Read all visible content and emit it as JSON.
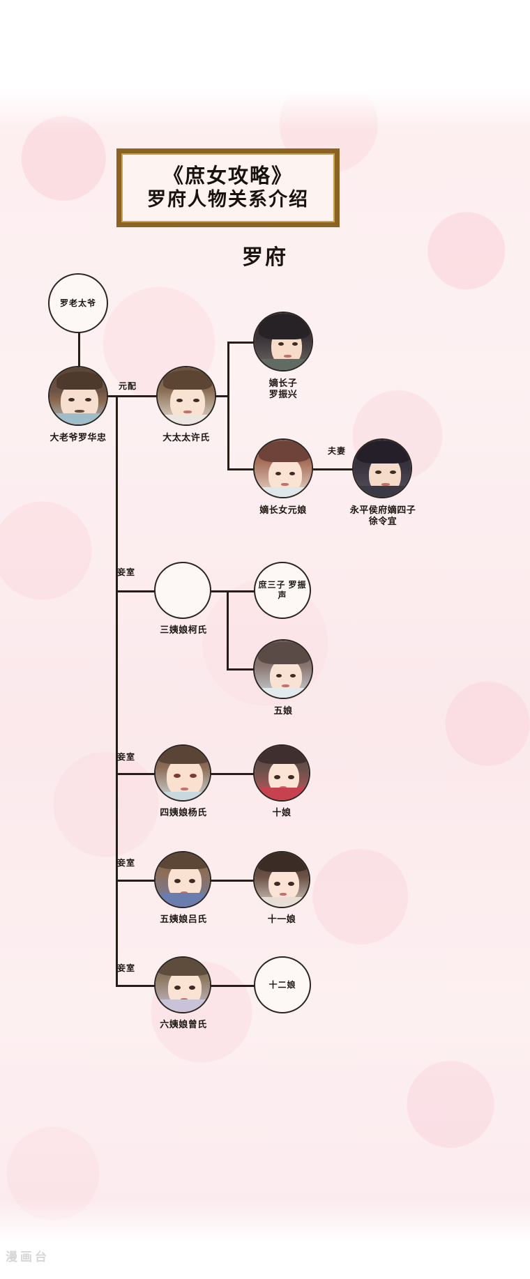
{
  "banner": {
    "line1": "《庶女攻略》",
    "line2": "罗府人物关系介绍"
  },
  "section_title": "罗府",
  "watermark": "漫画台",
  "colors": {
    "background_pink": "#fbeaee",
    "banner_border": "#8a6224",
    "banner_inner_border": "#c9a14a",
    "line": "#241d18",
    "text": "#1d1712"
  },
  "relations": {
    "first_wife": "元配",
    "concubine": "妾室",
    "couple": "夫妻"
  },
  "nodes": {
    "grandfather": {
      "label": "罗老太爷",
      "type": "text-circle"
    },
    "master": {
      "caption": "大老爷罗华忠"
    },
    "madam": {
      "caption": "大太太许氏"
    },
    "eldest_son": {
      "caption": "嫡长子\n罗振兴"
    },
    "eldest_daughter": {
      "caption": "嫡长女元娘"
    },
    "son_in_law": {
      "caption": "永平侯府嫡四子\n徐令宜"
    },
    "concubine3": {
      "caption": "三姨娘柯氏"
    },
    "third_son": {
      "label": "庶三子\n罗振声",
      "type": "text-circle"
    },
    "fifth_daughter": {
      "caption": "五娘"
    },
    "concubine4": {
      "caption": "四姨娘杨氏"
    },
    "tenth_daughter": {
      "caption": "十娘"
    },
    "concubine5": {
      "caption": "五姨娘吕氏"
    },
    "eleventh_daughter": {
      "caption": "十一娘"
    },
    "concubine6": {
      "caption": "六姨娘曾氏"
    },
    "twelfth_daughter": {
      "label": "十二娘",
      "type": "text-circle"
    }
  }
}
